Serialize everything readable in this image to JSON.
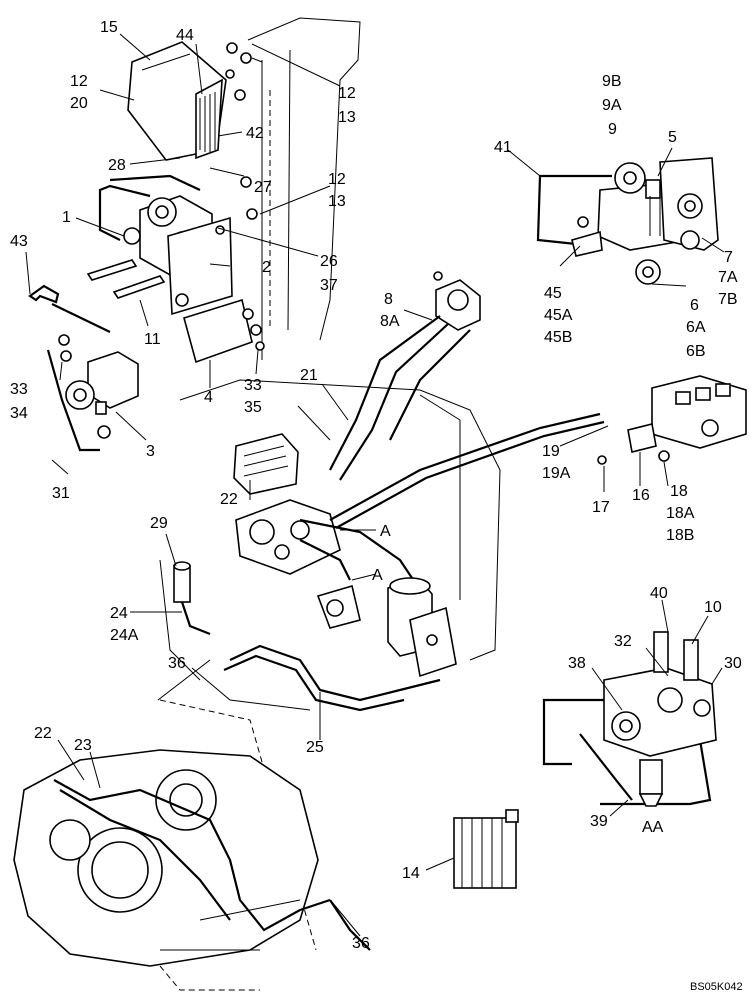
{
  "drawing_code": "BS05K042",
  "section_labels": {
    "aa": "AA",
    "a1": "A",
    "a2": "A"
  },
  "callouts": {
    "c15": "15",
    "c44": "44",
    "c12a": "12",
    "c20": "20",
    "c12b": "12",
    "c13a": "13",
    "c42": "42",
    "c28": "28",
    "c27": "27",
    "c12c": "12",
    "c13b": "13",
    "c1": "1",
    "c43": "43",
    "c26": "26",
    "c37": "37",
    "c2": "2",
    "c11": "11",
    "c33a": "33",
    "c34": "34",
    "c4": "4",
    "c33b": "33",
    "c3": "3",
    "c31": "31",
    "c9b": "9B",
    "c9a": "9A",
    "c9": "9",
    "c41": "41",
    "c5": "5",
    "c7": "7",
    "c7a": "7A",
    "c7b": "7B",
    "c45": "45",
    "c45a": "45A",
    "c45b": "45B",
    "c6": "6",
    "c6a": "6A",
    "c6b": "6B",
    "c8": "8",
    "c8a": "8A",
    "c21": "21",
    "c35": "35",
    "c19": "19",
    "c19a": "19A",
    "c17": "17",
    "c16": "16",
    "c18": "18",
    "c18a": "18A",
    "c18b": "18B",
    "c22a": "22",
    "c29": "29",
    "c24": "24",
    "c24a": "24A",
    "c36a": "36",
    "c25": "25",
    "c40": "40",
    "c10": "10",
    "c32": "32",
    "c38": "38",
    "c30": "30",
    "c39": "39",
    "c22b": "22",
    "c23": "23",
    "c14": "14",
    "c36b": "36"
  }
}
